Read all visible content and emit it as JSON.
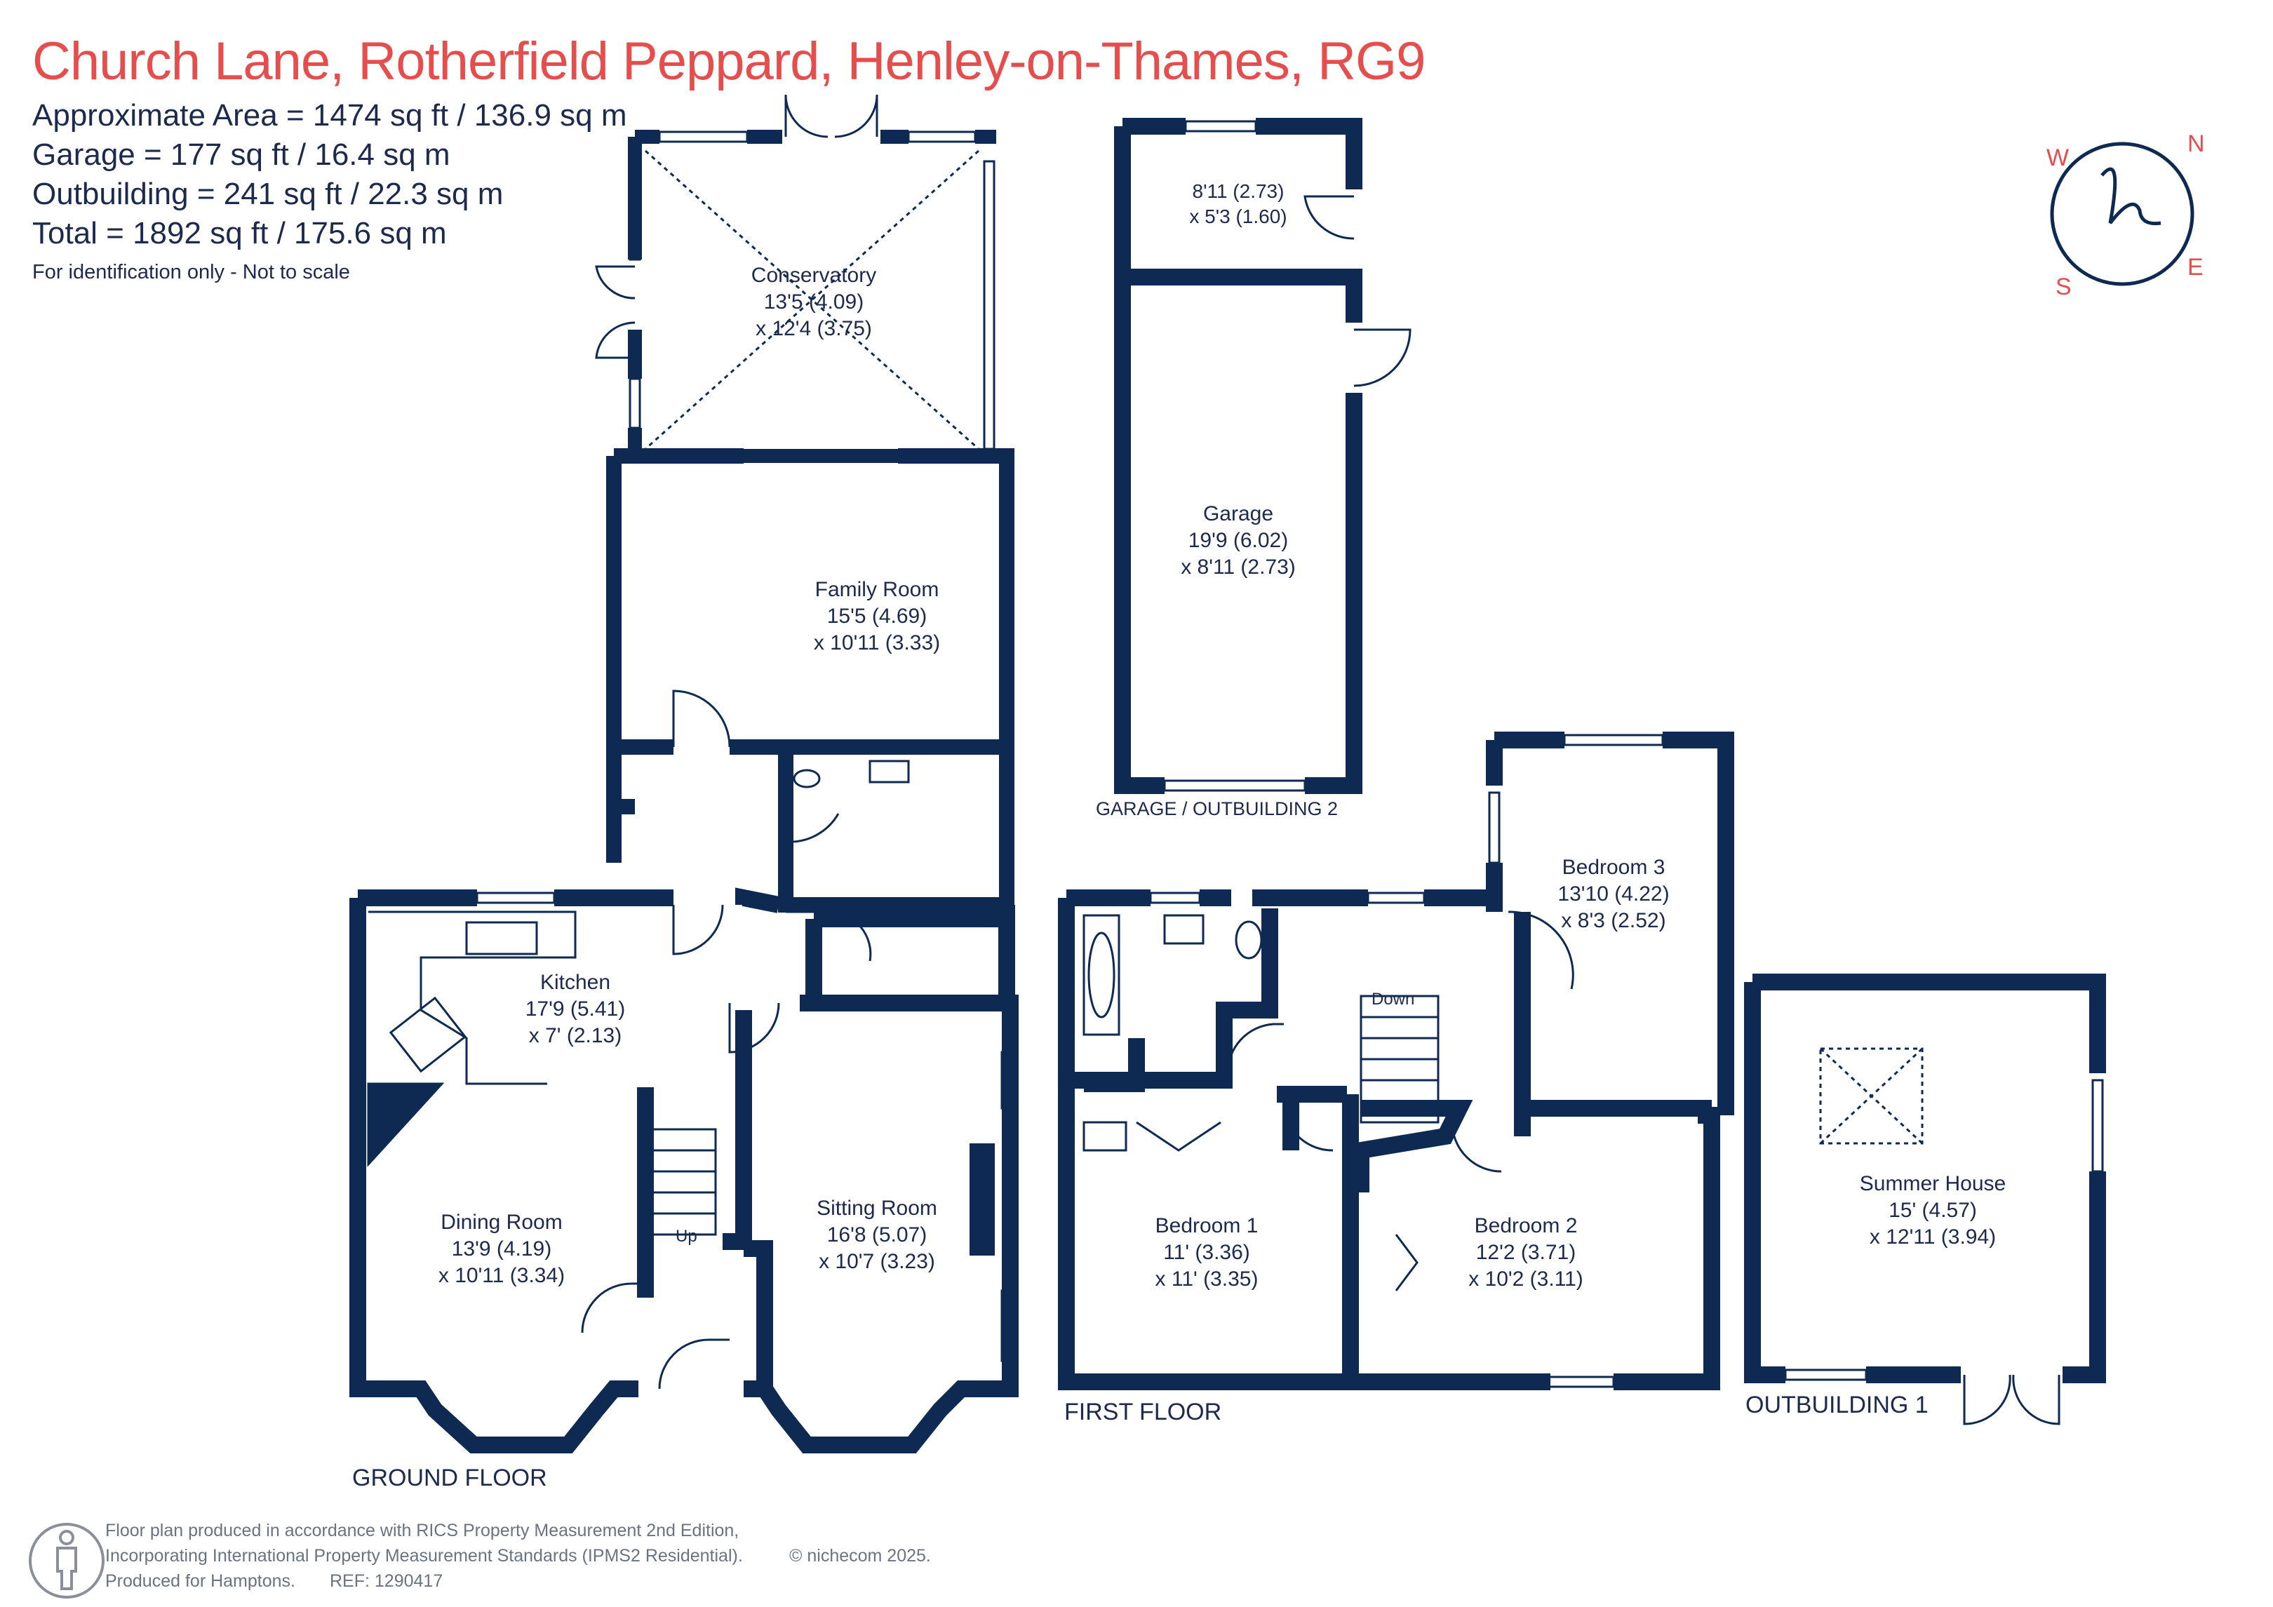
{
  "header": {
    "title": "Church Lane, Rotherfield Peppard, Henley-on-Thames, RG9",
    "areas": [
      "Approximate Area = 1474 sq ft / 136.9 sq m",
      "Garage = 177 sq ft / 16.4 sq m",
      "Outbuilding = 241 sq ft / 22.3 sq m",
      "Total = 1892 sq ft / 175.6 sq m"
    ],
    "note": "For identification only - Not to scale"
  },
  "compass": {
    "n": "N",
    "e": "E",
    "s": "S",
    "w": "W"
  },
  "rooms": {
    "conservatory": {
      "name": "Conservatory",
      "dim1": "13'5 (4.09)",
      "dim2": "x 12'4 (3.75)"
    },
    "family_room": {
      "name": "Family Room",
      "dim1": "15'5 (4.69)",
      "dim2": "x 10'11 (3.33)"
    },
    "kitchen": {
      "name": "Kitchen",
      "dim1": "17'9 (5.41)",
      "dim2": "x 7' (2.13)"
    },
    "dining_room": {
      "name": "Dining Room",
      "dim1": "13'9 (4.19)",
      "dim2": "x 10'11 (3.34)"
    },
    "sitting_room": {
      "name": "Sitting Room",
      "dim1": "16'8 (5.07)",
      "dim2": "x 10'7 (3.23)"
    },
    "store": {
      "dim1": "8'11 (2.73)",
      "dim2": "x 5'3 (1.60)"
    },
    "garage": {
      "name": "Garage",
      "dim1": "19'9 (6.02)",
      "dim2": "x 8'11 (2.73)"
    },
    "bedroom1": {
      "name": "Bedroom 1",
      "dim1": "11' (3.36)",
      "dim2": "x 11' (3.35)"
    },
    "bedroom2": {
      "name": "Bedroom 2",
      "dim1": "12'2 (3.71)",
      "dim2": "x 10'2 (3.11)"
    },
    "bedroom3": {
      "name": "Bedroom 3",
      "dim1": "13'10 (4.22)",
      "dim2": "x 8'3 (2.52)"
    },
    "summer_house": {
      "name": "Summer House",
      "dim1": "15' (4.57)",
      "dim2": "x 12'11 (3.94)"
    }
  },
  "stairs": {
    "up": "Up",
    "down": "Down"
  },
  "floors": {
    "ground": "GROUND FLOOR",
    "first": "FIRST FLOOR",
    "garage": "GARAGE  / OUTBUILDING 2",
    "outbuilding": "OUTBUILDING 1"
  },
  "footer": {
    "line1": "Floor plan produced in accordance with RICS Property Measurement 2nd Edition,",
    "line2": "Incorporating International Property Measurement Standards (IPMS2 Residential).",
    "copyright": "© nichecom 2025.",
    "line3a": "Produced for Hamptons.",
    "line3b": "REF: 1290417"
  },
  "colors": {
    "wall": "#0e2a52",
    "title": "#e64e4e",
    "text": "#1d2a4d",
    "footer_text": "#6b7380"
  }
}
